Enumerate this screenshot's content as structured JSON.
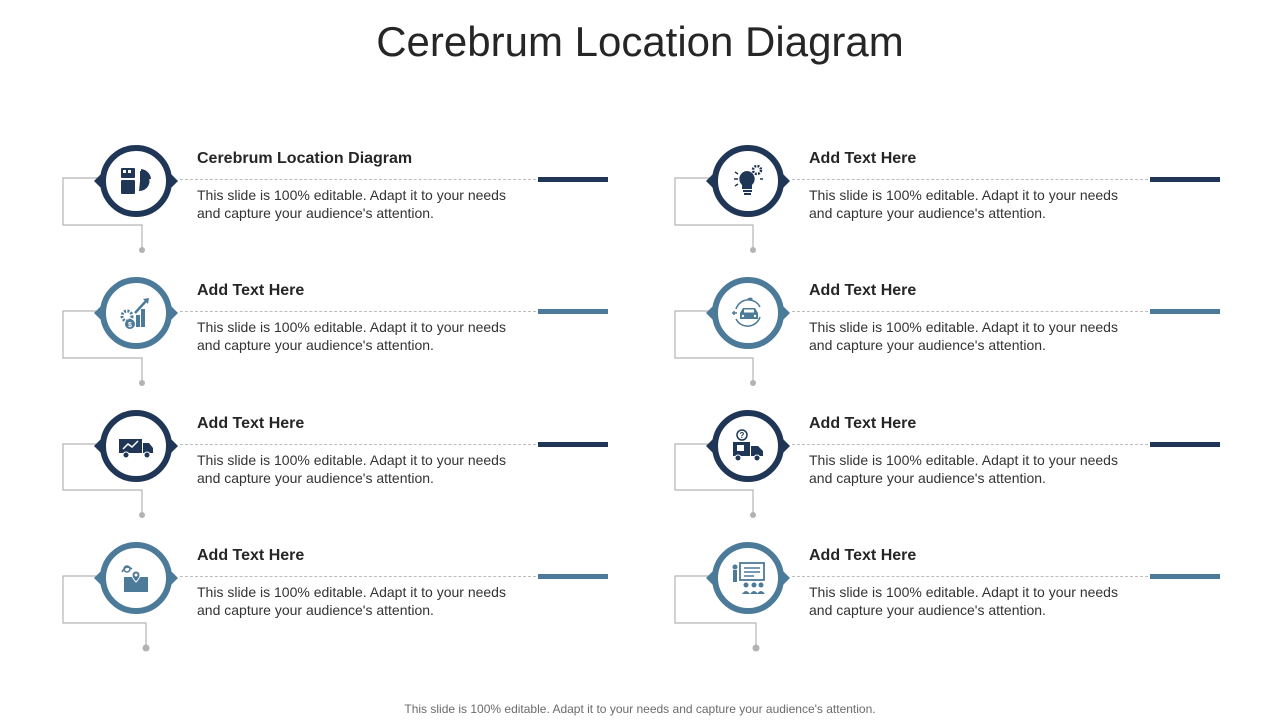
{
  "title": "Cerebrum Location Diagram",
  "footer": "This slide is 100% editable. Adapt it to your needs and capture your audience's attention.",
  "colors": {
    "dark": "#1f3656",
    "light": "#4c7a99",
    "connector": "#b3b3b3"
  },
  "items": [
    {
      "heading": "Cerebrum Location Diagram",
      "text": "This slide is 100% editable. Adapt it to your needs and capture your audience's attention.",
      "icon": "chart-report-icon"
    },
    {
      "heading": "Add  Text Here",
      "text": "This slide is 100% editable. Adapt it to your needs and capture your audience's attention.",
      "icon": "growth-dollar-gear-icon"
    },
    {
      "heading": "Add  Text Here",
      "text": "This slide is 100% editable. Adapt it to your needs and capture your audience's attention.",
      "icon": "delivery-truck-icon"
    },
    {
      "heading": "Add  Text Here",
      "text": "This slide is 100% editable. Adapt it to your needs and capture your audience's attention.",
      "icon": "location-map-icon"
    },
    {
      "heading": "Add  Text Here",
      "text": "This slide is 100% editable. Adapt it to your needs and capture your audience's attention.",
      "icon": "lightbulb-gear-icon"
    },
    {
      "heading": "Add  Text Here",
      "text": "This slide is 100% editable. Adapt it to your needs and capture your audience's attention.",
      "icon": "electric-car-icon"
    },
    {
      "heading": "Add  Text Here",
      "text": "This slide is 100% editable. Adapt it to your needs and capture your audience's attention.",
      "icon": "delivery-question-icon"
    },
    {
      "heading": "Add  Text Here",
      "text": "This slide is 100% editable. Adapt it to your needs and capture your audience's attention.",
      "icon": "presentation-board-icon"
    }
  ]
}
